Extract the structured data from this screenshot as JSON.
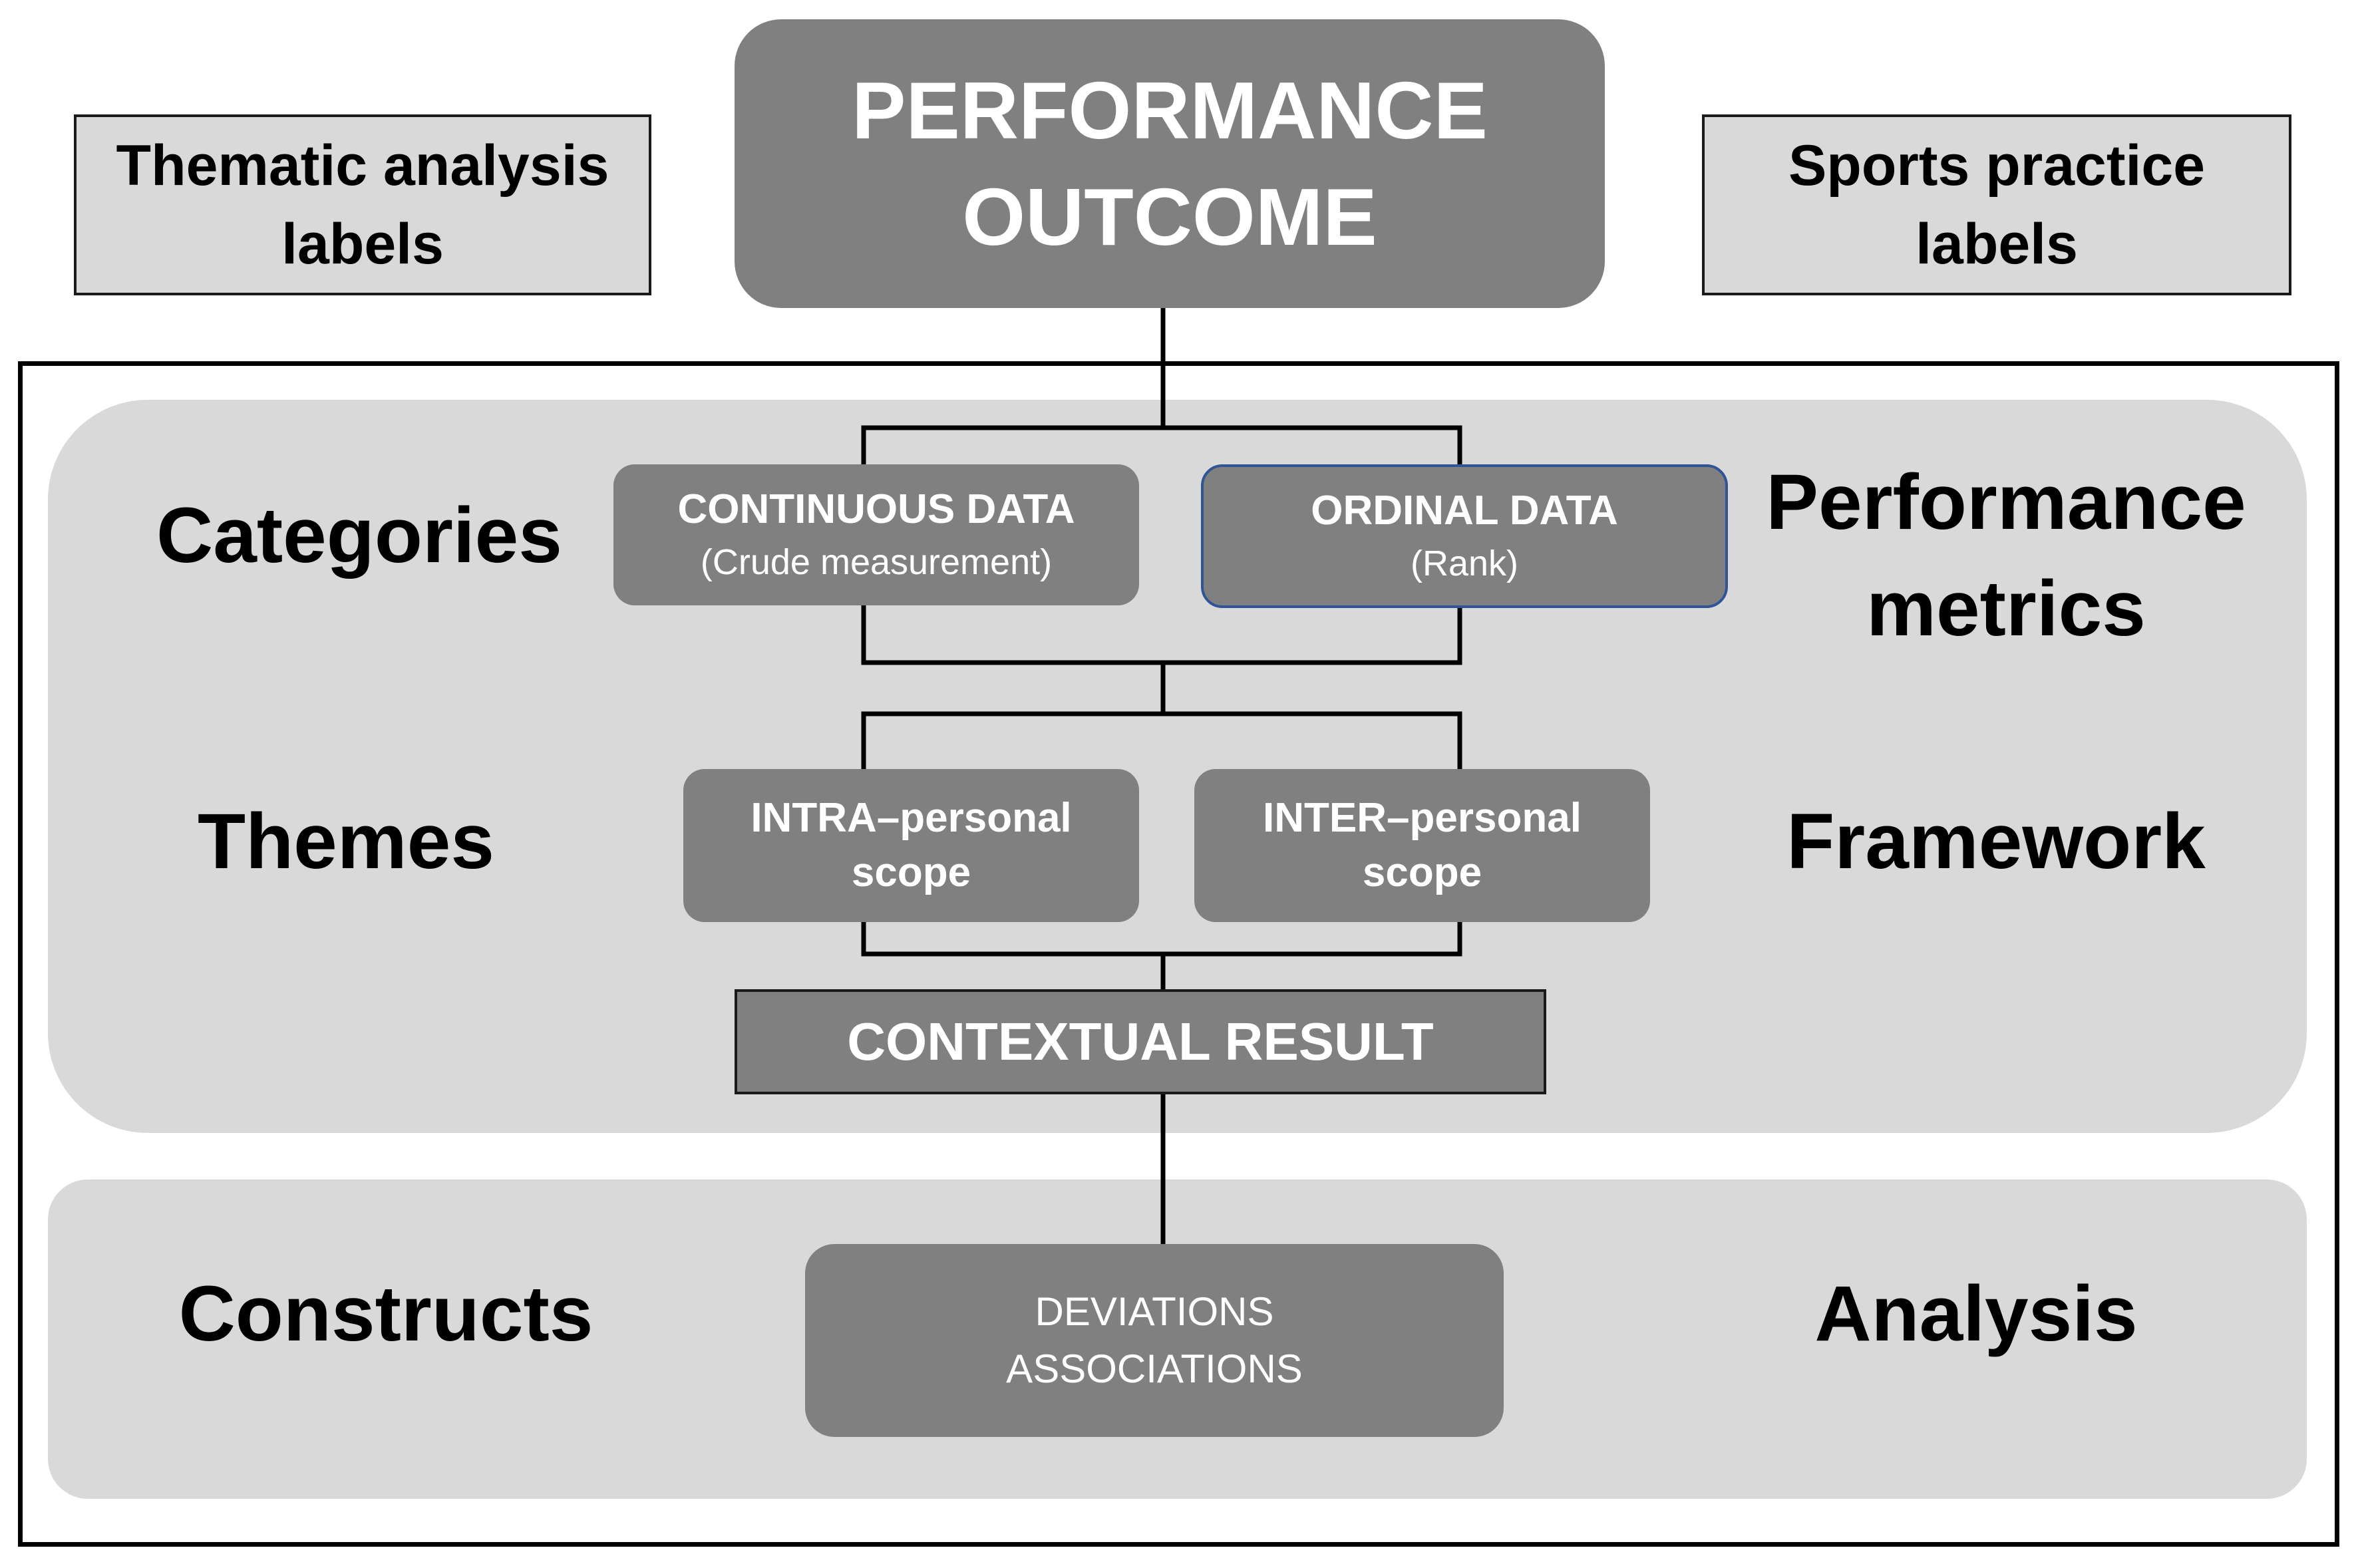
{
  "top": {
    "left_label": [
      "Thematic analysis",
      "labels"
    ],
    "center_title": [
      "PERFORMANCE",
      "OUTCOME"
    ],
    "right_label": [
      "Sports practice",
      "labels"
    ]
  },
  "rows": {
    "categories": {
      "left": "Categories",
      "right": [
        "Performance",
        "metrics"
      ]
    },
    "themes": {
      "left": "Themes",
      "right": "Framework"
    },
    "constructs": {
      "left": "Constructs",
      "right": "Analysis"
    }
  },
  "nodes": {
    "continuous": {
      "title": "CONTINUOUS DATA",
      "sub": "(Crude  measurement)"
    },
    "ordinal": {
      "title": "ORDINAL DATA",
      "sub": "(Rank)"
    },
    "intra": [
      "INTRA–personal",
      "scope"
    ],
    "inter": [
      "INTER–personal",
      "scope"
    ],
    "contextual": "CONTEXTUAL RESULT",
    "deviations": [
      "DEVIATIONS",
      "ASSOCIATIONS"
    ]
  },
  "colors": {
    "panel": "#d9d9d9",
    "node": "#808080",
    "node_text": "#ffffff",
    "ordinal_border": "#2f5597",
    "line": "#000000"
  }
}
